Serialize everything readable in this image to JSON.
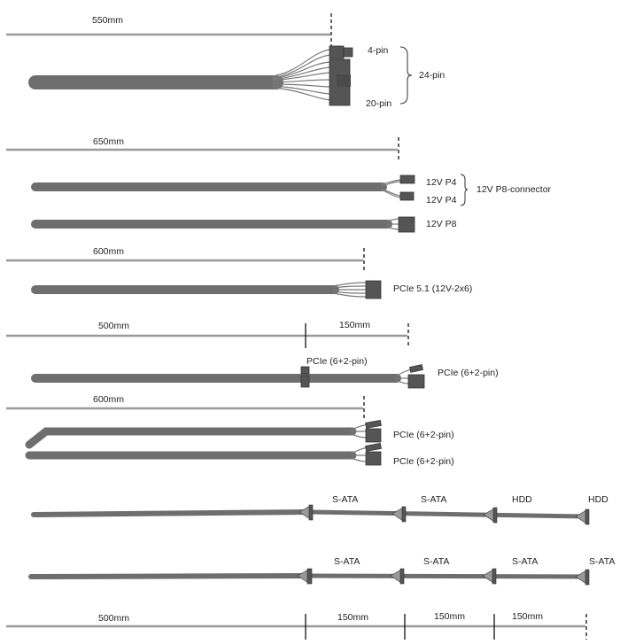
{
  "colors": {
    "cable": "#6e6e6e",
    "ruler": "#9a9a9a",
    "connector": "#555555"
  },
  "group_24pin": {
    "length": "550mm",
    "top_label": "4-pin",
    "bottom_label": "20-pin",
    "combined_label": "24-pin"
  },
  "group_cpu": {
    "length": "650mm",
    "p4_top": "12V P4",
    "p4_bottom": "12V P4",
    "combined_label": "12V P8-connector",
    "p8_label": "12V P8"
  },
  "group_pcie5": {
    "length": "600mm",
    "label": "PCIe 5.1 (12V-2x6)"
  },
  "group_pcie_daisy": {
    "length_main": "500mm",
    "length_ext": "150mm",
    "mid_label": "PCIe (6+2-pin)",
    "end_label": "PCIe (6+2-pin)"
  },
  "group_pcie_dual": {
    "length": "600mm",
    "top_label": "PCIe (6+2-pin)",
    "bottom_label": "PCIe (6+2-pin)"
  },
  "sata_row1": {
    "labels": [
      "S-ATA",
      "S-ATA",
      "HDD",
      "HDD"
    ]
  },
  "sata_row2": {
    "labels": [
      "S-ATA",
      "S-ATA",
      "S-ATA",
      "S-ATA"
    ]
  },
  "sata_ruler": {
    "lengths": [
      "500mm",
      "150mm",
      "150mm",
      "150mm"
    ]
  }
}
